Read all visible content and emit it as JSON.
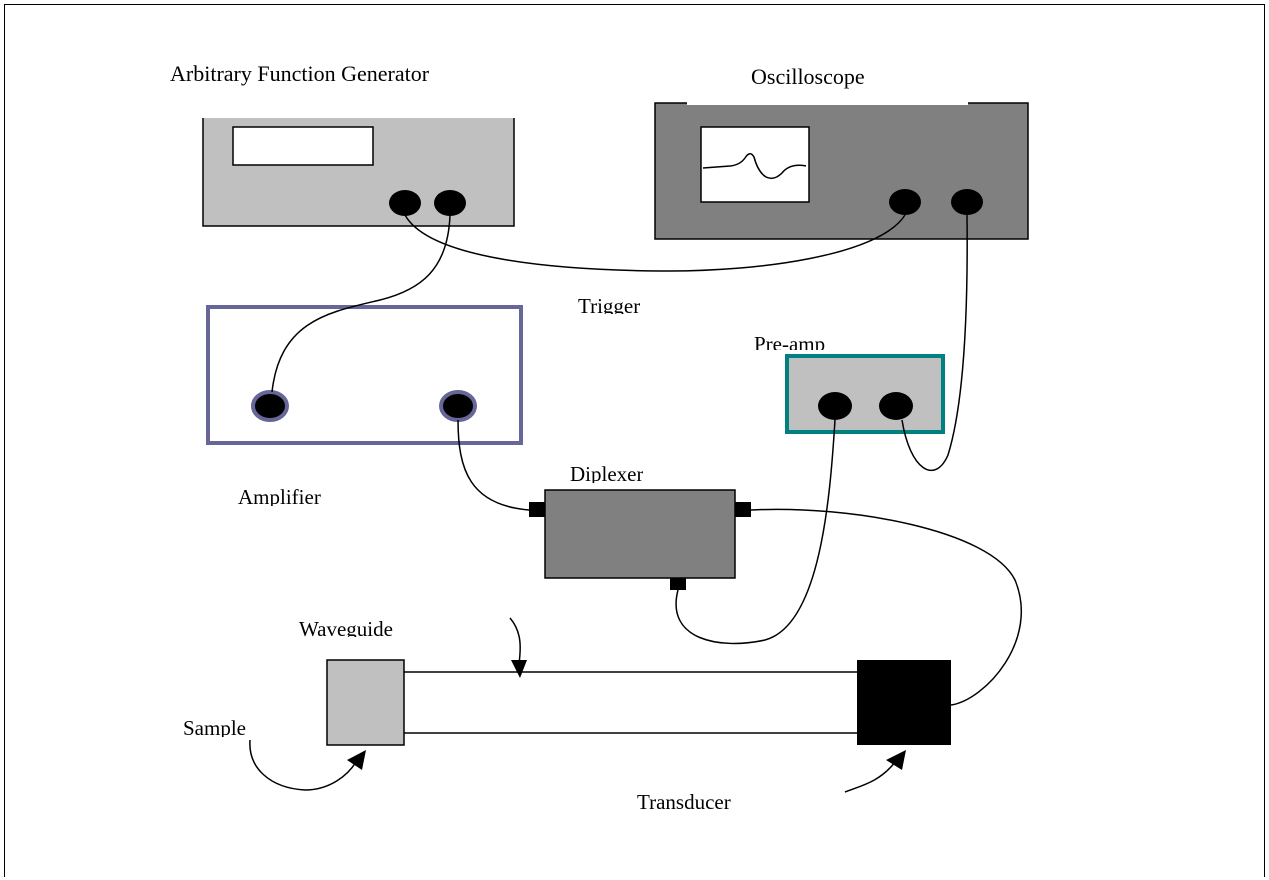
{
  "labels": {
    "generator": "Arbitrary Function Generator",
    "oscilloscope": "Oscilloscope",
    "trigger": "Trigger",
    "preamp": "Pre-amp",
    "amplifier": "Amplifier",
    "diplexer": "Diplexer",
    "waveguide": "Waveguide",
    "sample": "Sample",
    "transducer": "Transducer"
  },
  "colors": {
    "generator_fill": "#c0c0c0",
    "oscilloscope_fill": "#808080",
    "amplifier_border": "#666699",
    "preamp_border": "#008080",
    "preamp_fill": "#c0c0c0",
    "diplexer_fill": "#808080",
    "sample_fill": "#c0c0c0",
    "transducer_fill": "#000000"
  }
}
